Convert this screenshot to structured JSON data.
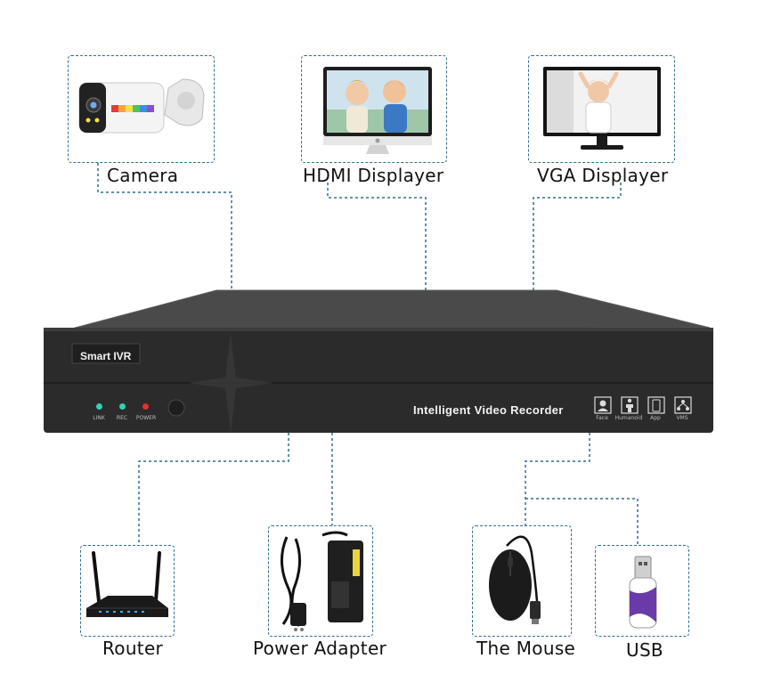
{
  "devices": {
    "camera": {
      "label": "Camera"
    },
    "hdmi": {
      "label": "HDMI Displayer"
    },
    "vga": {
      "label": "VGA Displayer"
    },
    "router": {
      "label": "Router"
    },
    "power": {
      "label": "Power Adapter"
    },
    "mouse": {
      "label": "The Mouse"
    },
    "usb": {
      "label": "USB"
    }
  },
  "dvr": {
    "brand": "Smart IVR",
    "title": "Intelligent Video Recorder",
    "leds": [
      {
        "label": "LINK",
        "color": "#2fd3b5"
      },
      {
        "label": "REC",
        "color": "#2fd3b5"
      },
      {
        "label": "POWER",
        "color": "#e0322a"
      }
    ],
    "features": [
      {
        "label": "Face",
        "icon": "face-icon"
      },
      {
        "label": "Humanoid",
        "icon": "humanoid-icon"
      },
      {
        "label": "App",
        "icon": "app-icon"
      },
      {
        "label": "VMS",
        "icon": "vms-icon"
      }
    ]
  },
  "colors": {
    "connector": "#2f6f8f",
    "dvr_body": "#2b2b2b"
  }
}
